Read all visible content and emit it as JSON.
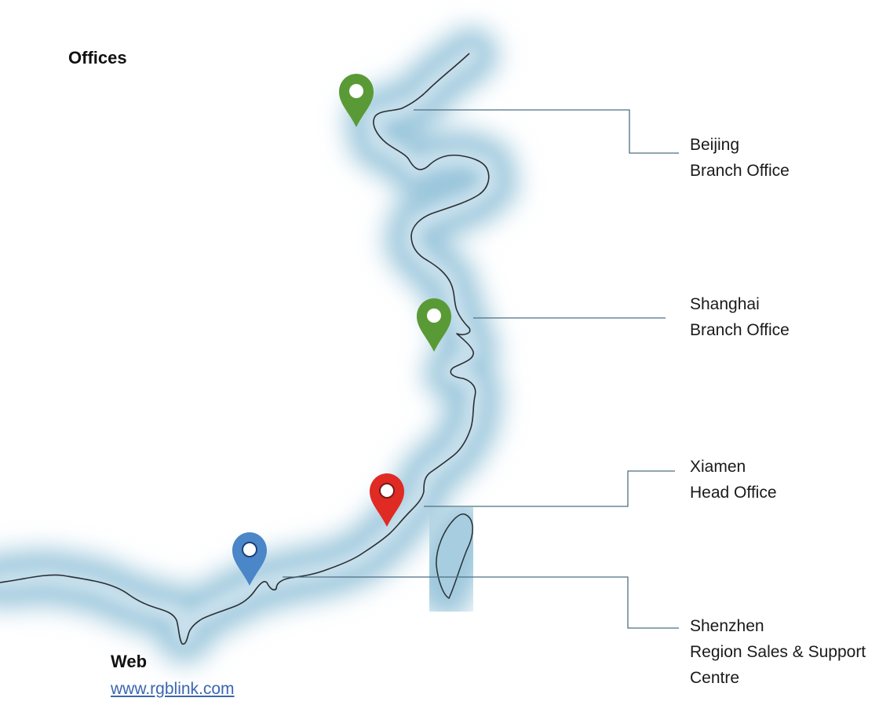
{
  "headings": {
    "offices": "Offices",
    "web": "Web"
  },
  "web_link": "www.rgblink.com",
  "offices": [
    {
      "key": "beijing",
      "line1": "Beijing",
      "line2": "Branch Office",
      "line3": "",
      "pin_color": "#5a9a36"
    },
    {
      "key": "shanghai",
      "line1": "Shanghai",
      "line2": "Branch Office",
      "line3": "",
      "pin_color": "#5a9a36"
    },
    {
      "key": "xiamen",
      "line1": "Xiamen",
      "line2": "Head Office",
      "line3": "",
      "pin_color": "#e02a24"
    },
    {
      "key": "shenzhen",
      "line1": "Shenzhen",
      "line2": "Region Sales & Support",
      "line3": "Centre",
      "pin_color": "#4a86c8"
    }
  ],
  "colors": {
    "water_glow": "#9cc7dc",
    "coastline": "#2b2f33",
    "leader_line": "#4d6f84",
    "link": "#3a66b0"
  },
  "icons": {
    "pin": "map-pin-icon"
  }
}
